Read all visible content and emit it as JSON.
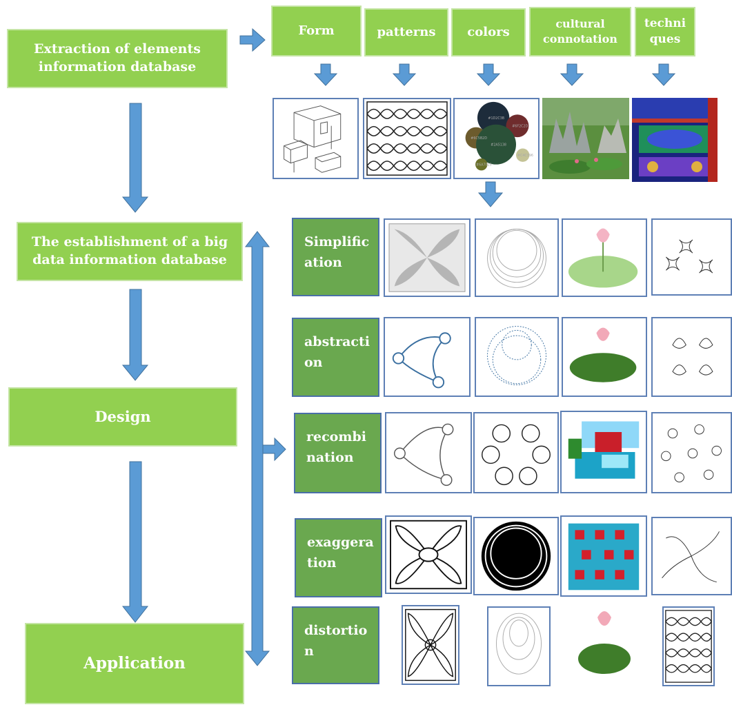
{
  "flow_steps": {
    "extraction": "Extraction of elements\ninformation database",
    "establishment": "The establishment of a big\ndata information database",
    "design": "Design",
    "application": "Application"
  },
  "element_categories": [
    {
      "label": "Form"
    },
    {
      "label": "patterns"
    },
    {
      "label": "colors"
    },
    {
      "label": "cultural\nconnotation"
    },
    {
      "label": "techni\nques"
    }
  ],
  "color_circle_labels": [
    "#1D2C3B",
    "#6F2C2D",
    "#6C5B2D",
    "#2A5138",
    "#C4C396",
    "#6A7029"
  ],
  "design_methods": [
    {
      "label": "Simplific\nation"
    },
    {
      "label": "abstracti\non"
    },
    {
      "label": "recombi\nnation"
    },
    {
      "label": "exaggera\ntion"
    },
    {
      "label": "distortio\nn"
    }
  ],
  "colors": {
    "flow_box": "#92d050",
    "method_box": "#6aa84f",
    "arrow": "#5b9bd5",
    "tile_border": "#5d7fb5"
  }
}
